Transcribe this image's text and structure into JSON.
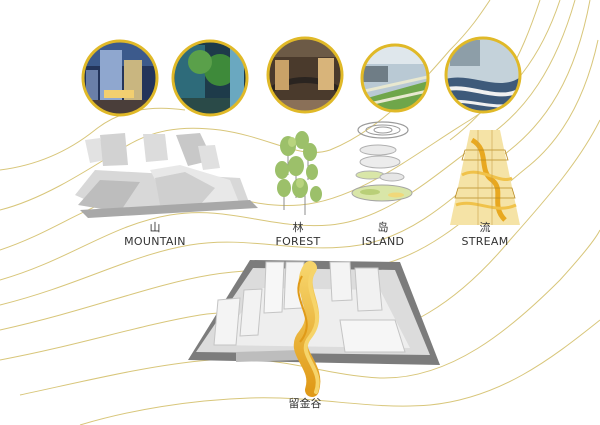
{
  "concepts": [
    {
      "cn": "山",
      "en": "MOUNTAIN",
      "photo_theme": "photo-mountain"
    },
    {
      "cn": "林",
      "en": "FOREST",
      "photo_theme": "photo-forest"
    },
    {
      "cn": "岛",
      "en": "ISLAND",
      "photo_theme": "photo-island"
    },
    {
      "cn": "流",
      "en": "STREAM",
      "photo_theme": "photo-stream"
    }
  ],
  "photos": [
    {
      "name": "photo-1",
      "theme": "glass-tower-dusk"
    },
    {
      "name": "photo-2",
      "theme": "green-atrium"
    },
    {
      "name": "photo-3",
      "theme": "interior-bridge"
    },
    {
      "name": "photo-4",
      "theme": "terraced-plaza"
    },
    {
      "name": "photo-5",
      "theme": "flowing-paving"
    }
  ],
  "footer": {
    "label": "留金谷"
  },
  "colors": {
    "contour": "#d8c67a",
    "circle_border": "#e0b928",
    "stream_gold": "#e8a820",
    "building": "#e6e6e6",
    "building_shadow": "#7c7c7c",
    "tree": "#9cc06a",
    "island": "#d9e6a8"
  }
}
